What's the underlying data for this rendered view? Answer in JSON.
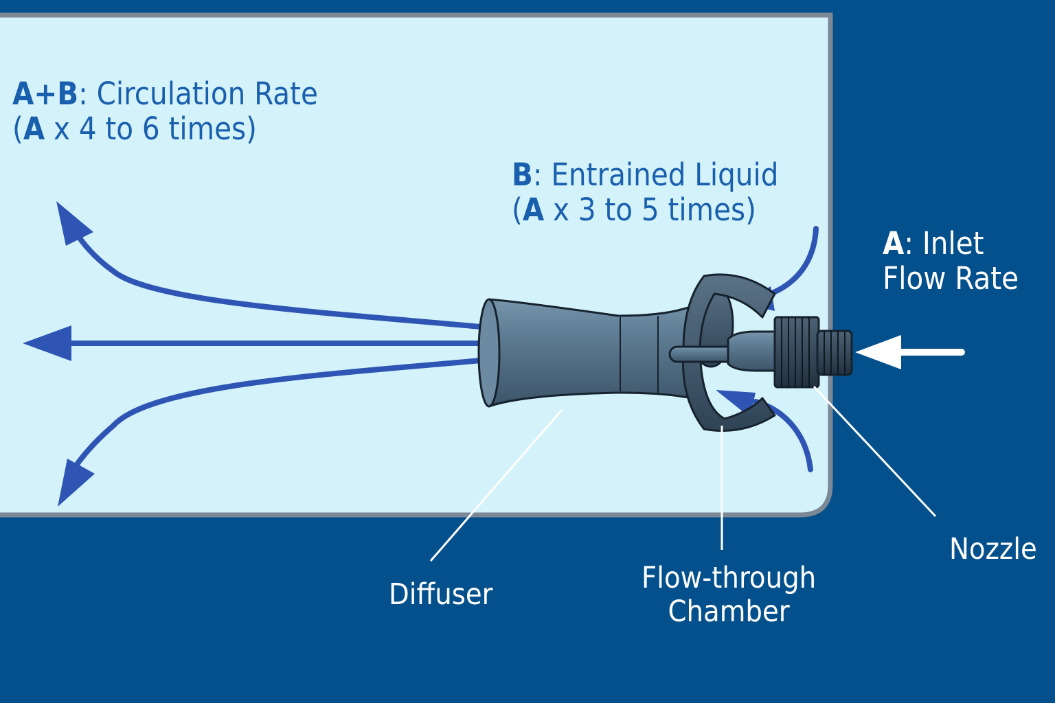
{
  "colors": {
    "background": "#03508c",
    "tank_fill": "#d3f2fa",
    "tank_border": "#7c8895",
    "flow_arrows": "#2f55b4",
    "inlet_arrow": "#ffffff",
    "eductor_body": "#5c7a90",
    "eductor_outline": "#16222e",
    "label_blue": "#1a5fae",
    "label_white": "#ffffff"
  },
  "labels": {
    "circulation": {
      "key": "A+B",
      "line1_rest": ": Circulation Rate",
      "line2_open": "(",
      "line2_key": "A",
      "line2_rest": " x 4 to 6 times)"
    },
    "entrained": {
      "key": "B",
      "line1_rest": ": Entrained Liquid",
      "line2_open": "(",
      "line2_key": "A",
      "line2_rest": " x 3 to 5 times)"
    },
    "inlet": {
      "key": "A",
      "line1_rest": ": Inlet",
      "line2": "Flow Rate"
    },
    "diffuser": "Diffuser",
    "chamber_line1": "Flow-through",
    "chamber_line2": "Chamber",
    "nozzle": "Nozzle"
  },
  "icons": {
    "outflow_arrows": "outflow-arrow-icon",
    "entrainment_arrows": "entrainment-arrow-icon",
    "inlet_arrow": "inlet-arrow-icon",
    "eductor": "eductor-icon"
  }
}
